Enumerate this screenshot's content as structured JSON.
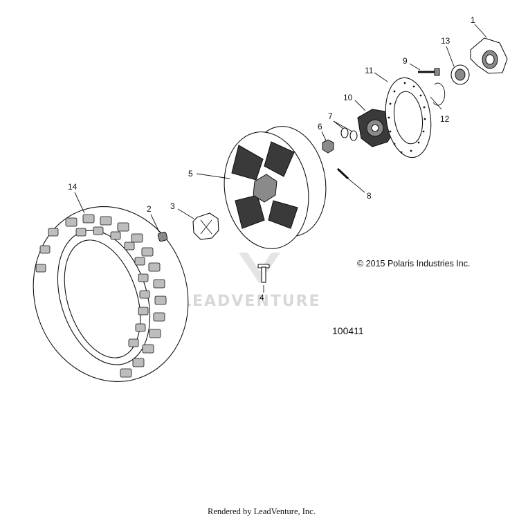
{
  "diagram": {
    "callouts": [
      {
        "id": "1",
        "label": "1"
      },
      {
        "id": "2",
        "label": "2"
      },
      {
        "id": "3",
        "label": "3"
      },
      {
        "id": "4",
        "label": "4"
      },
      {
        "id": "5",
        "label": "5"
      },
      {
        "id": "6",
        "label": "6"
      },
      {
        "id": "7",
        "label": "7"
      },
      {
        "id": "8",
        "label": "8"
      },
      {
        "id": "9",
        "label": "9"
      },
      {
        "id": "10",
        "label": "10"
      },
      {
        "id": "11",
        "label": "11"
      },
      {
        "id": "12",
        "label": "12"
      },
      {
        "id": "13",
        "label": "13"
      },
      {
        "id": "14",
        "label": "14"
      }
    ],
    "copyright": "© 2015 Polaris Industries Inc.",
    "reference_number": "100411",
    "watermark": "LEADVENTURE",
    "footer": "Rendered by LeadVenture, Inc."
  }
}
